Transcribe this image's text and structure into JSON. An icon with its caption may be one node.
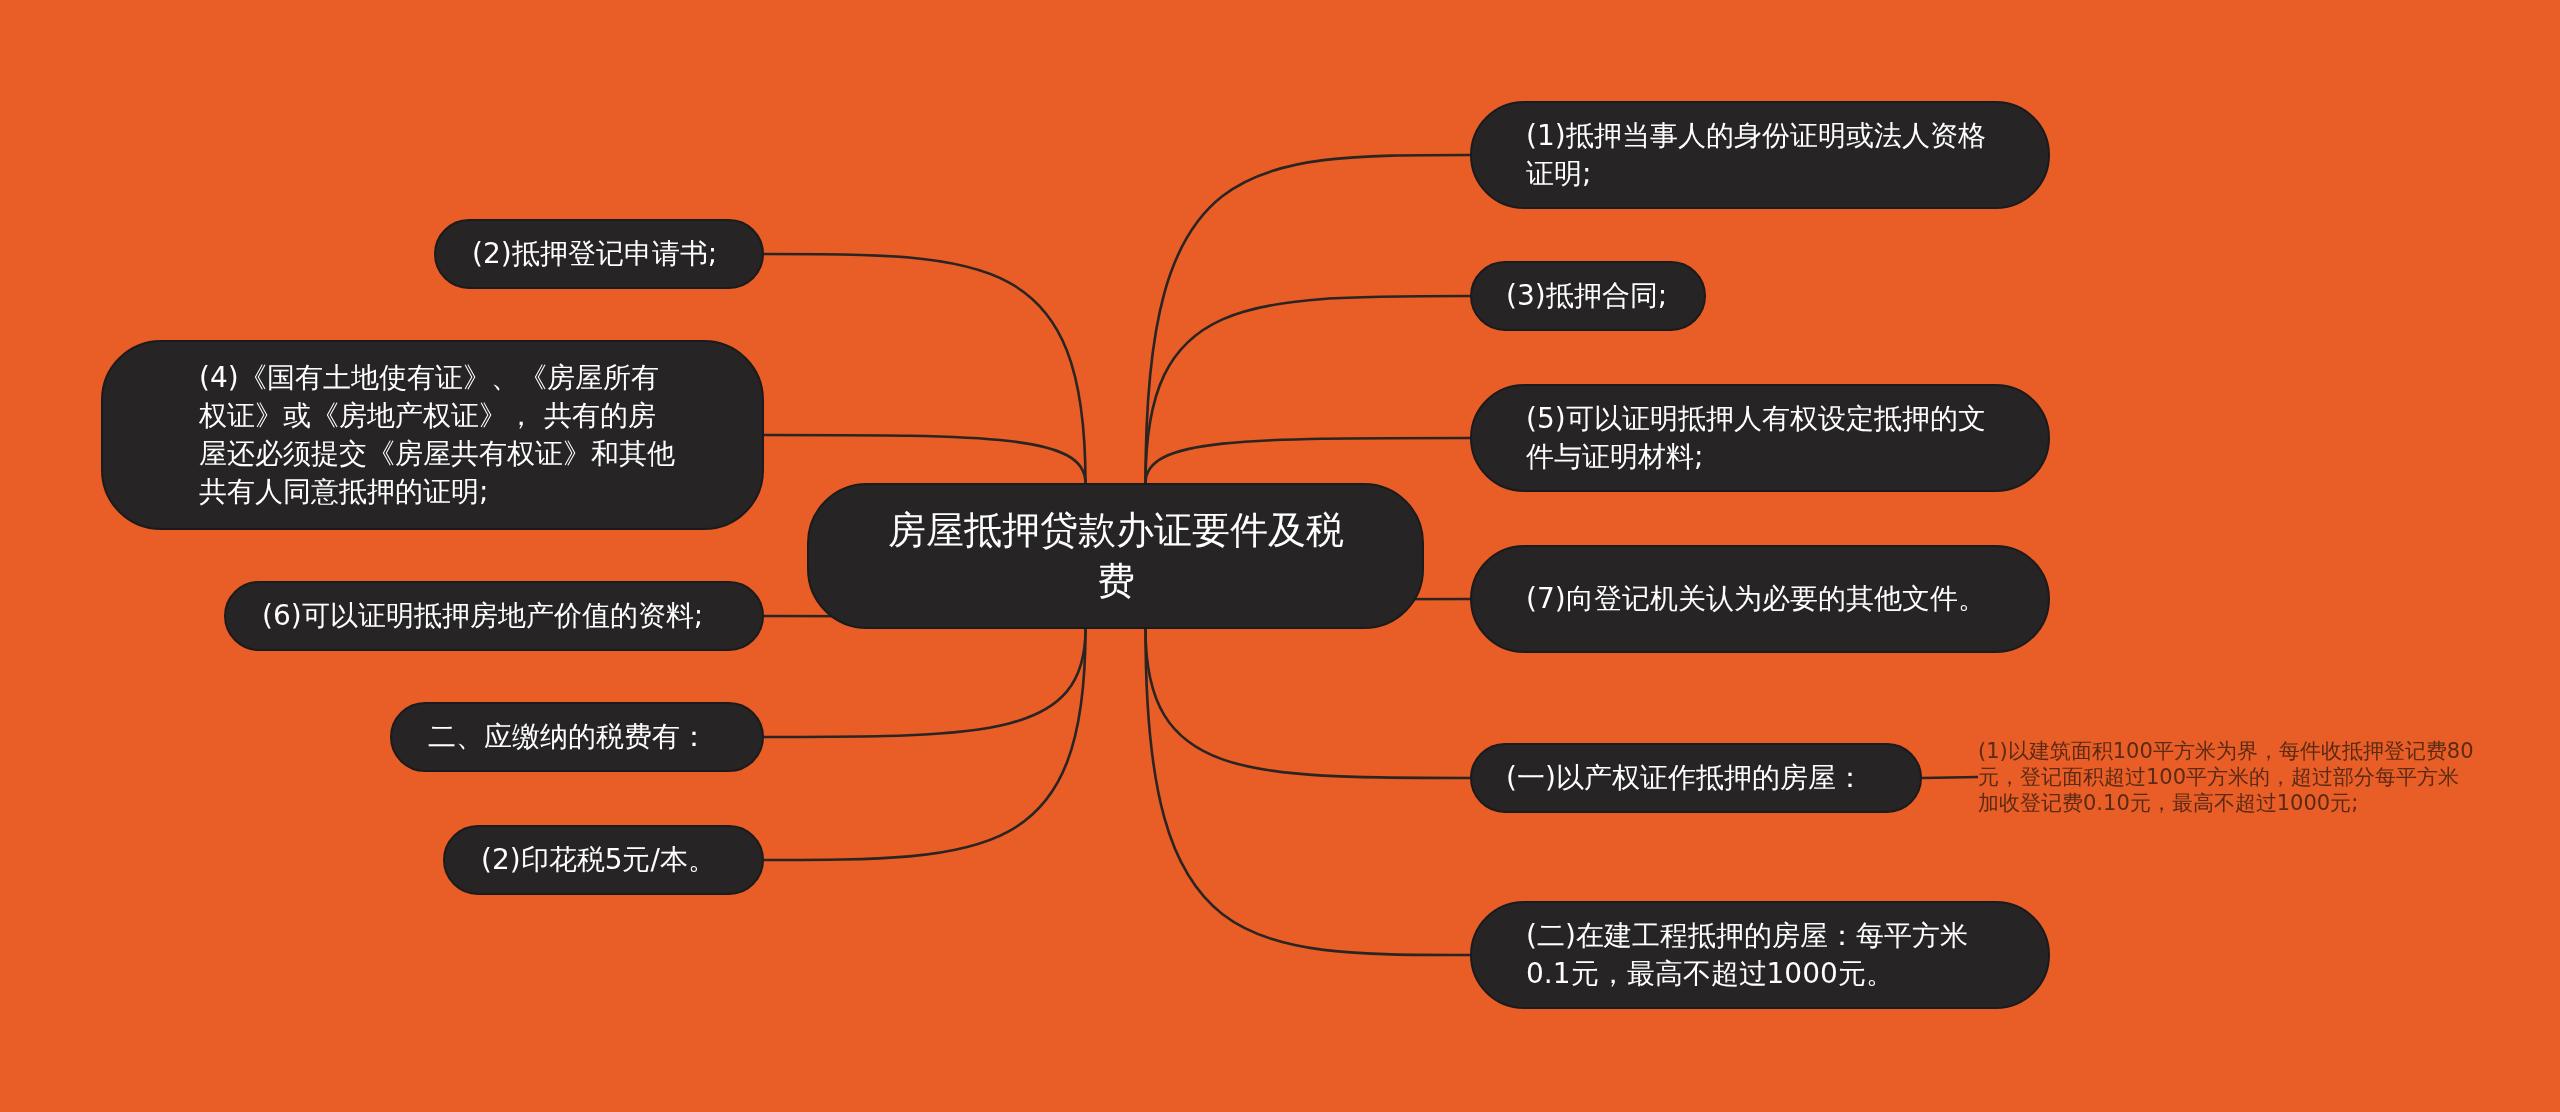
{
  "diagram": {
    "nodes": [
      {
        "text": [
          "房屋抵押贷款办证要件及税费"
        ]
      },
      {
        "text": [
          "(1)抵押当事人的身份证明或法人资格证明;"
        ]
      },
      {
        "text": [
          "(3)抵押合同;"
        ]
      },
      {
        "text": [
          "(5)可以证明抵押人有权设定抵押的文件与证明材料;"
        ]
      },
      {
        "text": [
          "(7)向登记机关认为必要的其他文件。"
        ]
      },
      {
        "text": [
          "(一)以产权证作抵押的房屋："
        ]
      },
      {
        "text": [
          "(1)以建筑面积100平方米为界，每件收抵押登记费80元，登记面积超过100平方米的，超过部分每平方米加收登记费0.10元，最高不超过1000元;"
        ]
      },
      {
        "text": [
          "(二)在建工程抵押的房屋：每平方米0.1元，最高不超过1000元。"
        ]
      },
      {
        "text": [
          "(2)抵押登记申请书;"
        ]
      },
      {
        "text": [
          "(4)《国有土地使有证》、《房屋所有权证》或《房地产权证》， 共有的房屋还必须提交《房屋共有权证》和其他共有人同意抵押的证明;"
        ]
      },
      {
        "text": [
          "(6)可以证明抵押房地产价值的资料;"
        ]
      },
      {
        "text": [
          "二、应缴纳的税费有："
        ]
      },
      {
        "text": [
          "(2)印花税5元/本。"
        ]
      }
    ],
    "edges": [
      {
        "from": 0,
        "to": 1,
        "arrow": "none"
      },
      {
        "from": 0,
        "to": 2,
        "arrow": "none"
      },
      {
        "from": 0,
        "to": 3,
        "arrow": "none"
      },
      {
        "from": 0,
        "to": 4,
        "arrow": "none"
      },
      {
        "from": 0,
        "to": 5,
        "arrow": "none"
      },
      {
        "from": 5,
        "to": 6,
        "arrow": "none"
      },
      {
        "from": 0,
        "to": 7,
        "arrow": "none"
      },
      {
        "from": 0,
        "to": 8,
        "arrow": "none"
      },
      {
        "from": 0,
        "to": 9,
        "arrow": "none"
      },
      {
        "from": 0,
        "to": 10,
        "arrow": "none"
      },
      {
        "from": 0,
        "to": 11,
        "arrow": "none"
      },
      {
        "from": 0,
        "to": 12,
        "arrow": "none"
      }
    ]
  }
}
